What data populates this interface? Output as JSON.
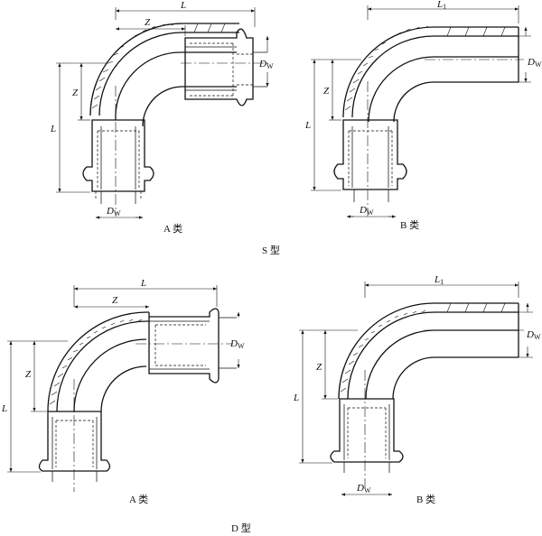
{
  "figure": {
    "variant_labels": {
      "a": "A 类",
      "b": "B 类"
    },
    "type_labels": {
      "s": "S 型",
      "d": "D 型"
    },
    "dimension_labels": {
      "length": "L",
      "length1_main": "L",
      "length1_sub": "1",
      "offset": "Z",
      "diameter_main": "D",
      "diameter_sub": "W"
    }
  }
}
